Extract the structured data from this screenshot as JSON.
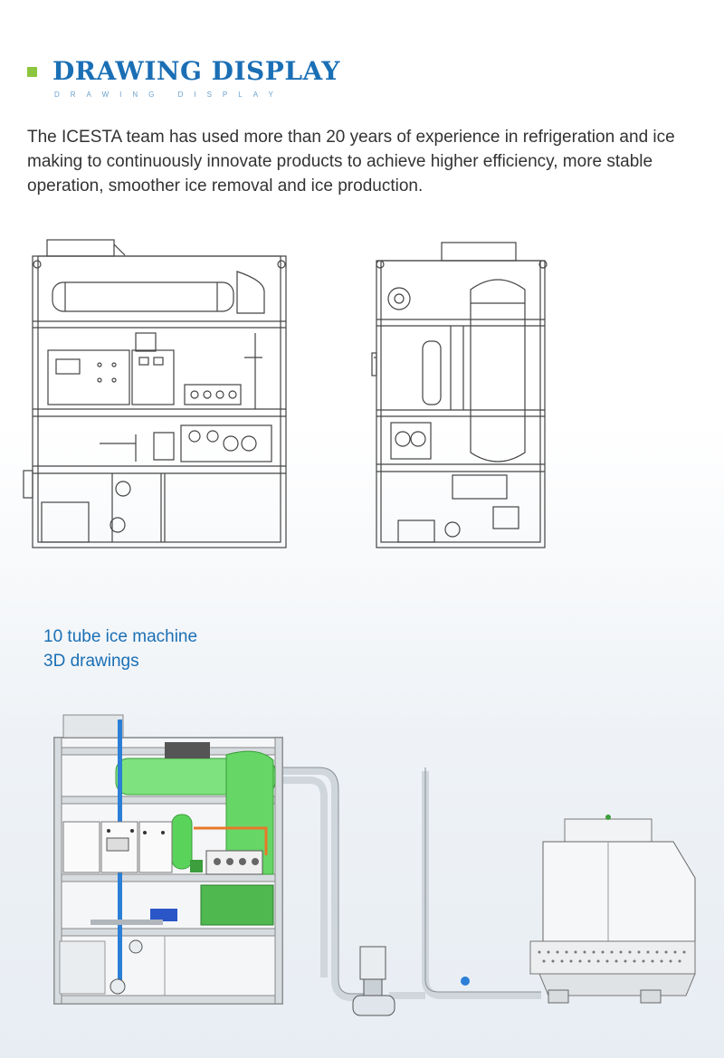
{
  "header": {
    "title": "DRAWING DISPLAY",
    "subtitle": "DRAWING DISPLAY",
    "accent": "#8cc63f",
    "title_color": "#1a6fb5"
  },
  "intro": "The ICESTA team has used more than 20 years of experience in refrigeration and ice making to continuously innovate products to achieve higher efficiency, more stable operation, smoother ice removal and ice production.",
  "caption": {
    "line1": "10 tube ice machine",
    "line2": "3D drawings"
  },
  "drawings": {
    "front_view": "machine-front-view",
    "side_view": "machine-side-view",
    "assembly_3d": "machine-3d-assembly"
  },
  "colors": {
    "evaporator": "#7ee27e",
    "pipe_blue": "#2b7fd6",
    "pipe_orange": "#e8782a",
    "frame": "#b9bec4"
  }
}
